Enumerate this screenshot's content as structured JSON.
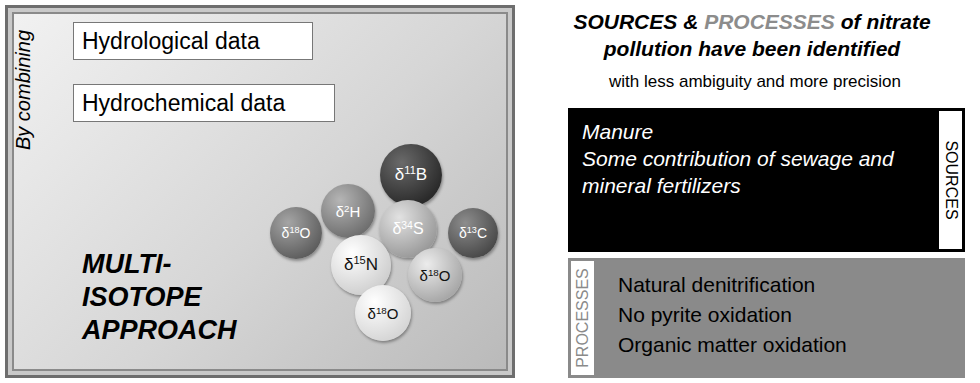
{
  "diagram": {
    "title": "SOURCES & PROCESSES of nitrate pollution have been identified",
    "nodes": [
      {
        "text": [
          "By combining"
        ]
      },
      {
        "text": [
          "Hydrological data"
        ],
        "in": 0
      },
      {
        "text": [
          "Hydrochemical data"
        ],
        "in": 0
      },
      {
        "text": [
          "δ11B"
        ],
        "in": 0
      },
      {
        "text": [
          "δ2H"
        ],
        "in": 0
      },
      {
        "text": [
          "δ34S"
        ],
        "in": 0
      },
      {
        "text": [
          "δ18O"
        ],
        "in": 0
      },
      {
        "text": [
          "δ13C"
        ],
        "in": 0
      },
      {
        "text": [
          "δ15N"
        ],
        "in": 0
      },
      {
        "text": [
          "δ18O"
        ],
        "in": 0
      },
      {
        "text": [
          "δ18O"
        ],
        "in": 0
      },
      {
        "text": [
          "Manure",
          "Some contribution of sewage and mineral fertilizers"
        ]
      },
      {
        "text": [
          "SOURCES"
        ],
        "in": 11
      },
      {
        "text": [
          "Natural denitrification",
          "No pyrite oxidation",
          "Organic matter oxidation"
        ]
      },
      {
        "text": [
          "PROCESSES"
        ],
        "in": 13
      }
    ],
    "labels": [
      "MULTI- ISOTOPE APPROACH",
      "with less ambiguity and more precision"
    ]
  }
}
